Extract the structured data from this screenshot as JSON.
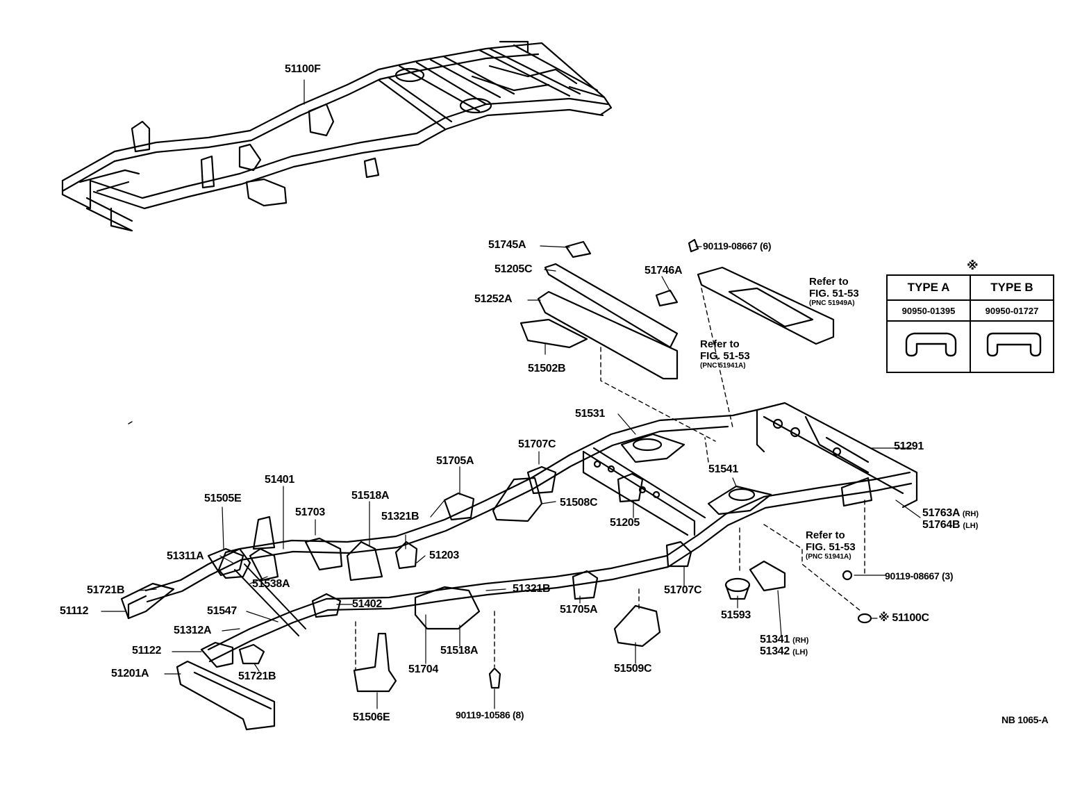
{
  "diagram": {
    "ref_code": "NB 1065-A",
    "asterisk": "※",
    "type_table": {
      "headers": [
        "TYPE A",
        "TYPE B"
      ],
      "part_numbers": [
        "90950-01395",
        "90950-01727"
      ]
    },
    "labels": {
      "l51100F": "51100F",
      "l51745A": "51745A",
      "l90119_08667_6": "90119-08667 (6)",
      "l51205C": "51205C",
      "l51746A": "51746A",
      "l51252A": "51252A",
      "l51502B": "51502B",
      "l51531": "51531",
      "l51291": "51291",
      "l51707C_top": "51707C",
      "l51705A_top": "51705A",
      "l51541": "51541",
      "l51401": "51401",
      "l51505E": "51505E",
      "l51518A_top": "51518A",
      "l51508C": "51508C",
      "l51703": "51703",
      "l51321B_top": "51321B",
      "l51205": "51205",
      "l51763A": "51763A",
      "l51764B": "51764B",
      "rh": "(RH)",
      "lh": "(LH)",
      "l51311A": "51311A",
      "l51203": "51203",
      "l51538A": "51538A",
      "l51721B_left": "51721B",
      "l51321B_mid": "51321B",
      "l51707C_right": "51707C",
      "l90119_08667_3": "90119-08667 (3)",
      "l51112": "51112",
      "l51402": "51402",
      "l51705A_bot": "51705A",
      "l51593": "51593",
      "l51100C": "※ 51100C",
      "l51547": "51547",
      "l51312A": "51312A",
      "l51341": "51341",
      "l51342": "51342",
      "rh2": "(RH)",
      "lh2": "(LH)",
      "l51122": "51122",
      "l51518A_bot": "51518A",
      "l51509C": "51509C",
      "l51201A": "51201A",
      "l51721B_bot": "51721B",
      "l51704": "51704",
      "l51506E": "51506E",
      "l90119_10586_8": "90119-10586 (8)"
    },
    "refer_notes": [
      {
        "line1": "Refer  to",
        "line2": "FIG. 51-53",
        "pnc": "(PNC 51949A)"
      },
      {
        "line1": "Refer to",
        "line2": "FIG. 51-53",
        "pnc": "(PNC 51941A)"
      },
      {
        "line1": "Refer to",
        "line2": "FIG. 51-53",
        "pnc": "(PNC 51941A)"
      }
    ]
  }
}
